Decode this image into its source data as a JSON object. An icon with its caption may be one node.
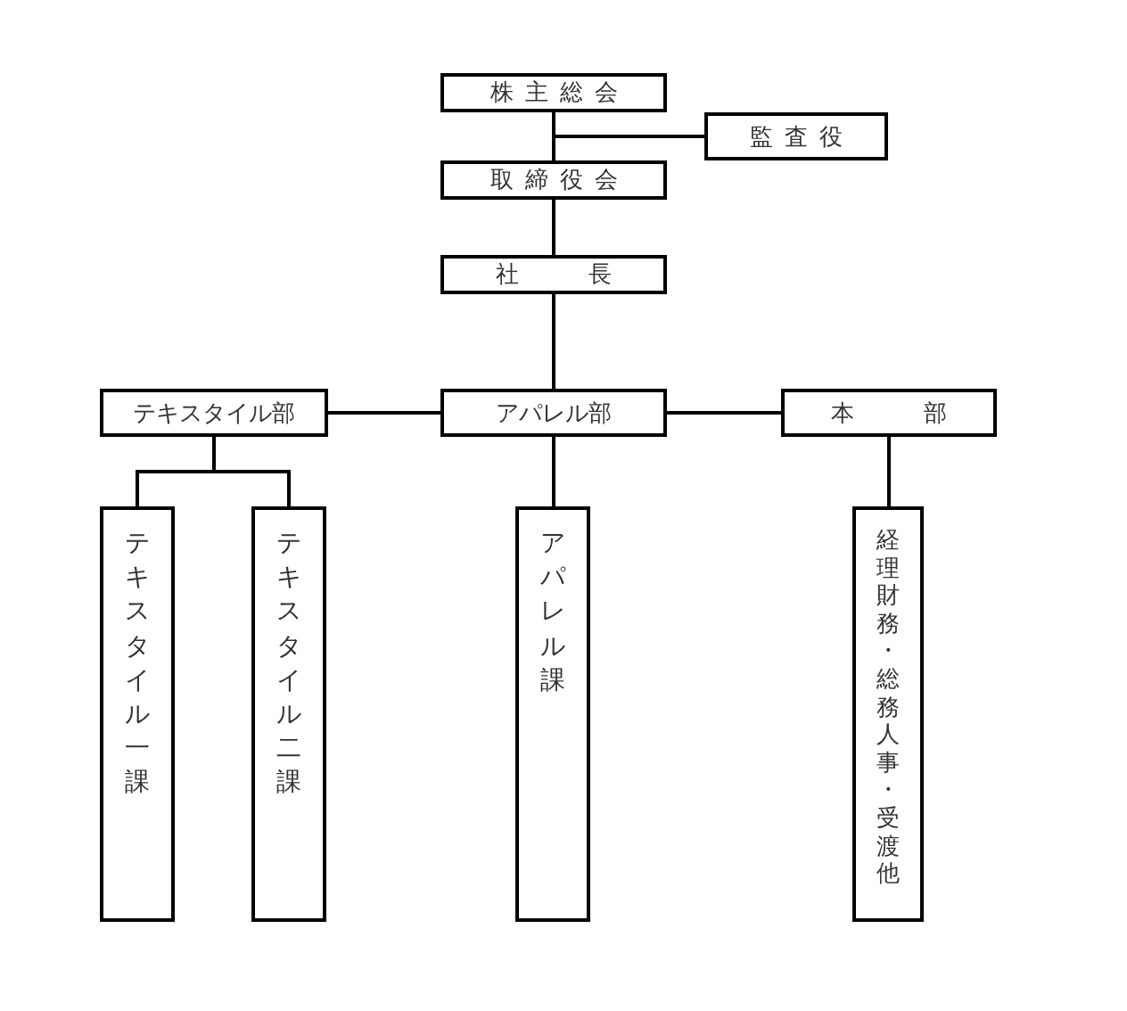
{
  "diagram": {
    "nodes": [
      {
        "text": [
          "株主総会"
        ]
      },
      {
        "text": [
          "監査役"
        ]
      },
      {
        "text": [
          "取締役会"
        ]
      },
      {
        "text": [
          "社長"
        ]
      },
      {
        "text": [
          "テキスタイル部"
        ]
      },
      {
        "text": [
          "アパレル部"
        ]
      },
      {
        "text": [
          "本部"
        ]
      },
      {
        "text": [
          "テキスタイル一課"
        ]
      },
      {
        "text": [
          "テキスタイル二課"
        ]
      },
      {
        "text": [
          "アパレル課"
        ]
      },
      {
        "text": [
          "経理財務・総務人事・受渡他"
        ]
      }
    ],
    "edges": [
      {
        "from": 0,
        "to": 2,
        "arrow": "none"
      },
      {
        "from": 0,
        "to": 1,
        "arrow": "none"
      },
      {
        "from": 2,
        "to": 3,
        "arrow": "none"
      },
      {
        "from": 3,
        "to": 5,
        "arrow": "none"
      },
      {
        "from": 5,
        "to": 4,
        "arrow": "none"
      },
      {
        "from": 5,
        "to": 6,
        "arrow": "none"
      },
      {
        "from": 4,
        "to": 7,
        "arrow": "none"
      },
      {
        "from": 4,
        "to": 8,
        "arrow": "none"
      },
      {
        "from": 5,
        "to": 9,
        "arrow": "none"
      },
      {
        "from": 6,
        "to": 10,
        "arrow": "none"
      }
    ]
  }
}
